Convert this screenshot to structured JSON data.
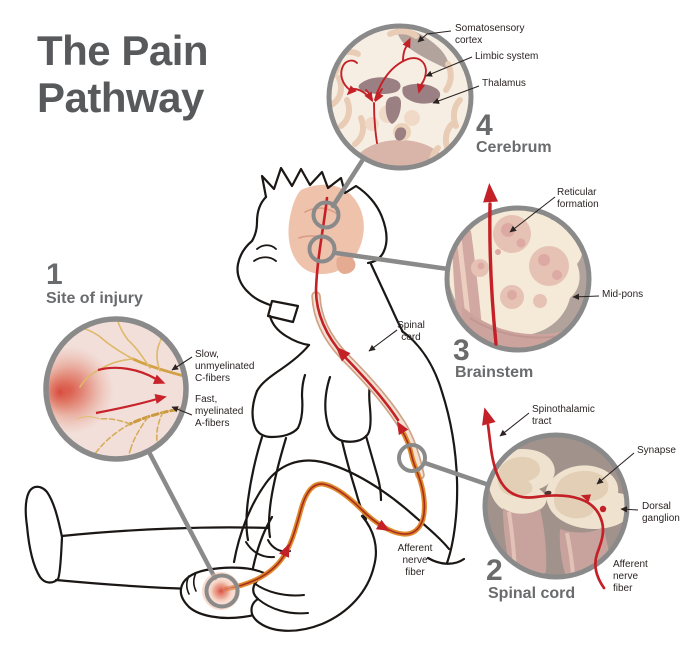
{
  "title": "The Pain\nPathway",
  "steps": {
    "injury": {
      "number": "1",
      "name": "Site of injury"
    },
    "spinal_cord": {
      "number": "2",
      "name": "Spinal cord"
    },
    "brainstem": {
      "number": "3",
      "name": "Brainstem"
    },
    "cerebrum": {
      "number": "4",
      "name": "Cerebrum"
    }
  },
  "annotations": {
    "somatosensory_cortex": "Somatosensory\ncortex",
    "limbic_system": "Limbic system",
    "thalamus": "Thalamus",
    "reticular_formation": "Reticular\nformation",
    "mid_pons": "Mid-pons",
    "spinothalamic_tract": "Spinothalamic\ntract",
    "synapse": "Synapse",
    "dorsal_ganglion": "Dorsal\nganglion",
    "afferent_nerve_fiber_inset": "Afferent\nnerve\nfiber",
    "afferent_nerve_fiber_body": "Afferent\nnerve\nfiber",
    "spinal_cord_pointer": "Spinal\ncord",
    "slow_c_fibers": "Slow,\nunmyelinated\nC-fibers",
    "fast_a_fibers": "Fast,\nmyelinated\nA-fibers"
  },
  "colors": {
    "pathway_red": "#c32127",
    "nerve_orange": "#e0882c",
    "fiber_tan": "#d2a045",
    "circle_gray": "#8a8a8a",
    "step_text": "#6a6b6d",
    "title_text": "#58595b",
    "label_text": "#2b2423",
    "skin": "#efc2ac"
  },
  "icons": {
    "direction_arrow": "red-triangle",
    "magnifier_circle": "gray-ring"
  }
}
